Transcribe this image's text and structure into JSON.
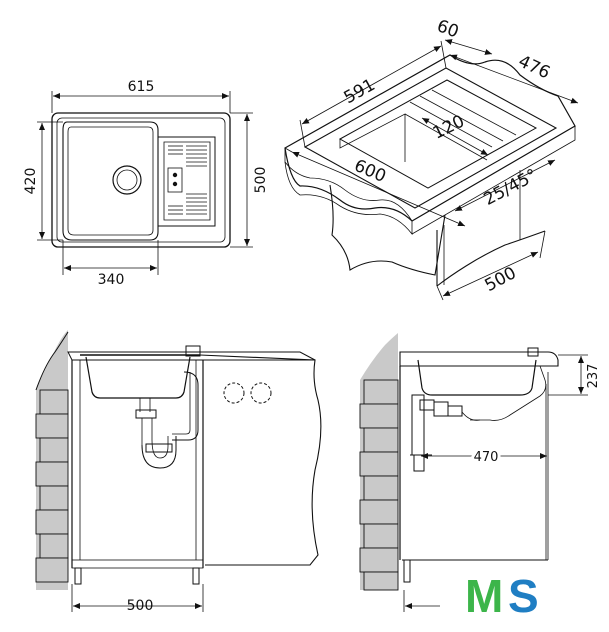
{
  "top_view": {
    "width_label": "615",
    "depth_label": "500",
    "bowl_depth_label": "420",
    "bowl_width_label": "340"
  },
  "iso_view": {
    "cabinet_width_label": "600",
    "cutout_width_label": "591",
    "depth_label": "476",
    "lip_label": "60",
    "drainer_label": "120",
    "edge_label": "25/45°",
    "cabinet_depth_label": "500"
  },
  "front_section": {
    "cabinet_label": "500"
  },
  "side_section": {
    "height_label": "237",
    "drain_offset_label": "470"
  },
  "logo": {
    "text": "MS",
    "colors": {
      "m": "#3cb54a",
      "s": "#1f7ec3"
    }
  },
  "colors": {
    "line": "#111111",
    "brick": "#c9c9c9",
    "background": "#ffffff"
  }
}
